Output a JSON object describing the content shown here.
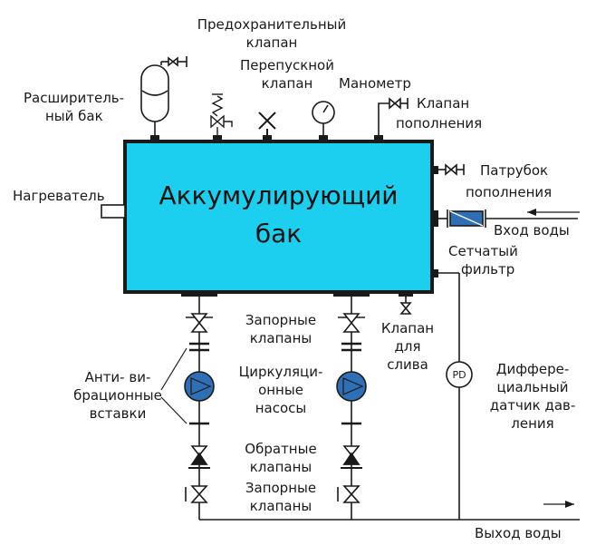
{
  "tank": {
    "line1": "Аккумулирующий",
    "line2": "бак"
  },
  "labels": {
    "safety_valve": [
      "Предохранительный",
      "клапан"
    ],
    "bypass_valve": [
      "Перепускной",
      "клапан"
    ],
    "expansion_tank": [
      "Расширитель-",
      "ный бак"
    ],
    "manometer": "Манометр",
    "fill_valve": [
      "Клапан",
      "пополнения"
    ],
    "fill_pipe": [
      "Патрубок",
      "пополнения"
    ],
    "water_inlet": "Вход воды",
    "mesh_filter": [
      "Сетчатый",
      "фильтр"
    ],
    "heater": "Нагреватель",
    "shutoff_valves_top": [
      "Запорные",
      "клапаны"
    ],
    "drain_valve": [
      "Клапан",
      "для",
      "слива"
    ],
    "anti_vibration": [
      "Анти- ви-",
      "брационные",
      "вставки"
    ],
    "circulation_pumps": [
      "Циркуляци-",
      "онные",
      "насосы"
    ],
    "diff_pressure_sensor": [
      "Диффере-",
      "циальный",
      "датчик дав-",
      "ления"
    ],
    "check_valves": [
      "Обратные",
      "клапаны"
    ],
    "shutoff_valves_bottom": [
      "Запорные",
      "клапаны"
    ],
    "water_outlet": "Выход воды",
    "pd_symbol": "PD"
  },
  "colors": {
    "tank_fill": "#1ccfee",
    "pump_fill": "#2f6fb5",
    "filter_fill": "#2f6fb5",
    "stroke": "#1a1a1a"
  }
}
